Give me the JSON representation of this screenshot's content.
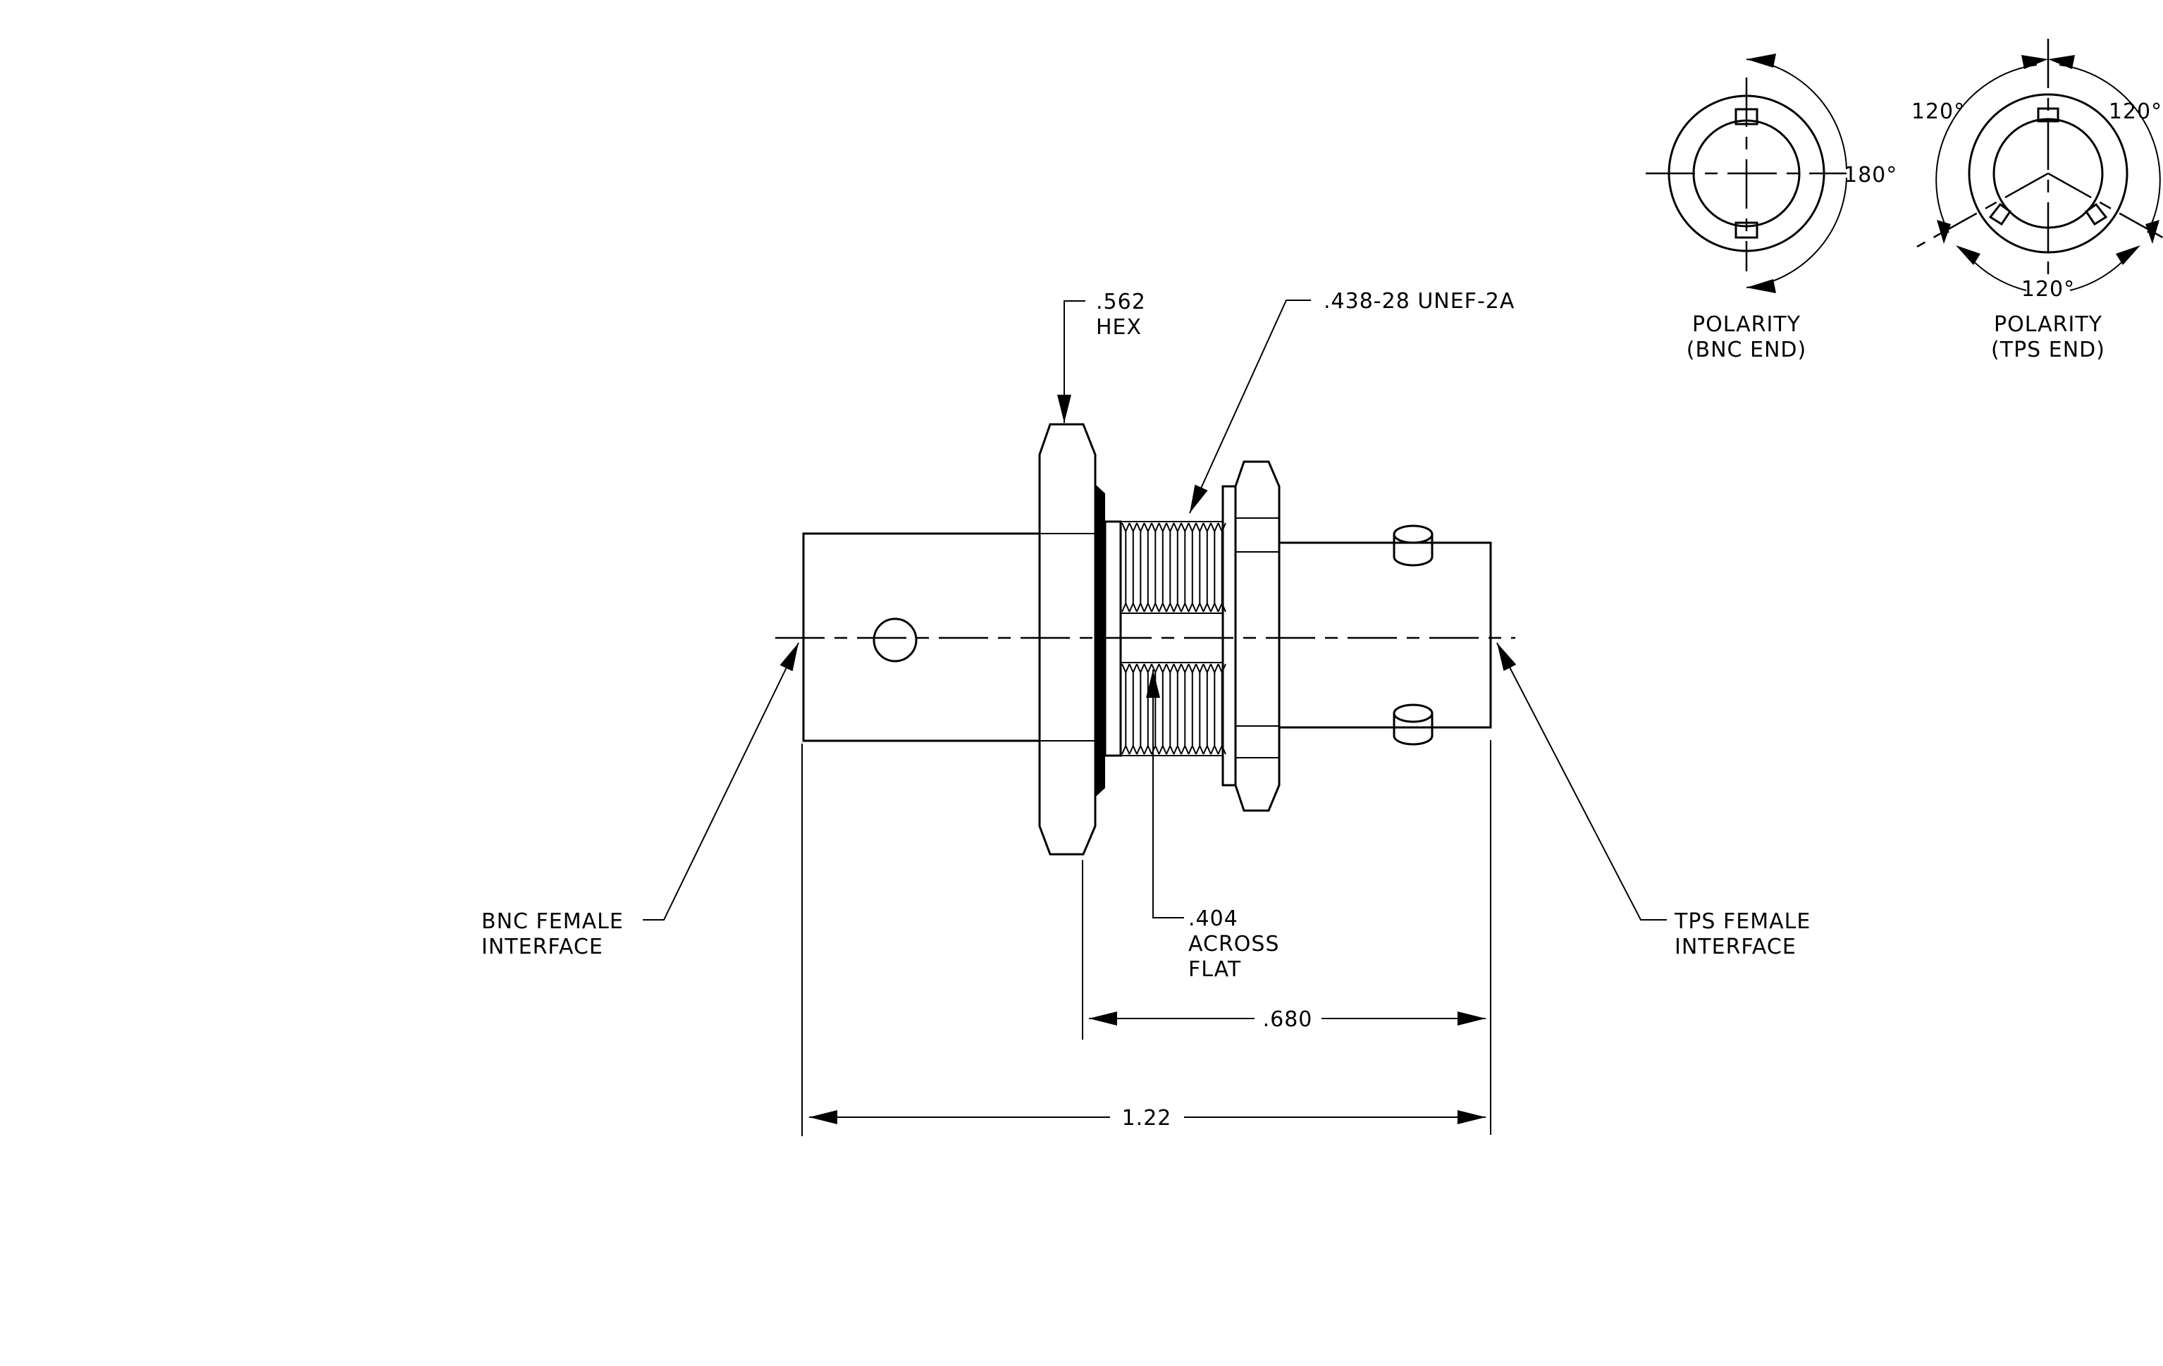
{
  "callouts": {
    "hex_size": ".562",
    "hex_label": "HEX",
    "thread": ".438-28 UNEF-2A",
    "flat_size": ".404",
    "flat_label_1": "ACROSS",
    "flat_label_2": "FLAT",
    "bnc_label_1": "BNC FEMALE",
    "bnc_label_2": "INTERFACE",
    "tps_label_1": "TPS FEMALE",
    "tps_label_2": "INTERFACE"
  },
  "dimensions": {
    "body_to_tps": ".680",
    "overall": "1.22"
  },
  "polarity_bnc": {
    "angle": "180°",
    "label_1": "POLARITY",
    "label_2": "(BNC END)"
  },
  "polarity_tps": {
    "angle_left": "120°",
    "angle_right": "120°",
    "angle_bottom": "120°",
    "label_1": "POLARITY",
    "label_2": "(TPS END)"
  }
}
